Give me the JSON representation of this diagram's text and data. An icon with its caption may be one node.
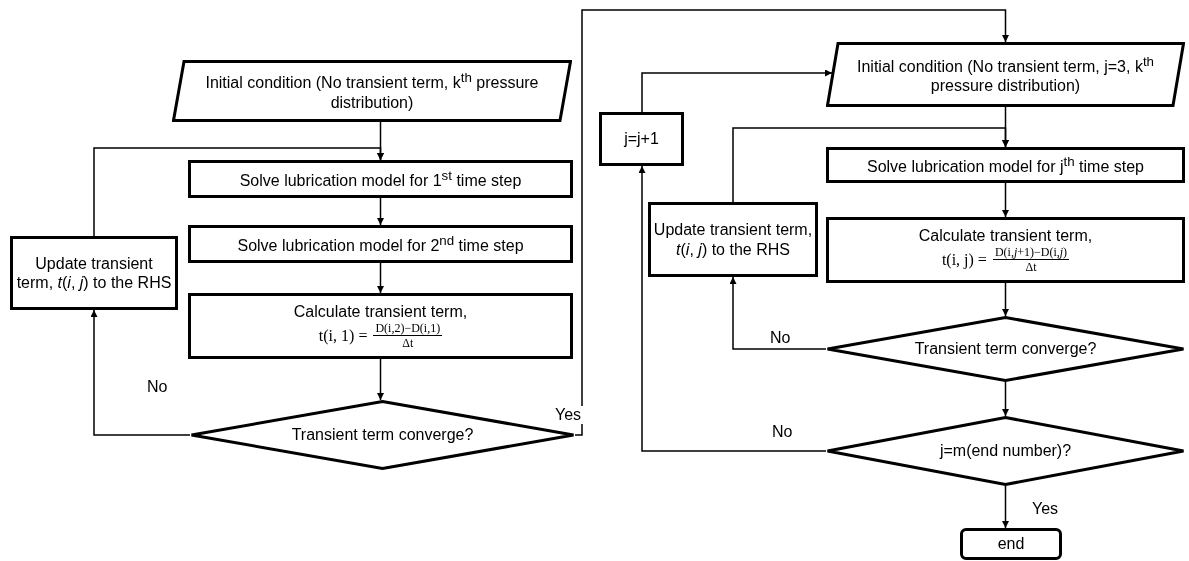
{
  "diagram": {
    "nodes": [
      {
        "text": [
          "Initial condition (No transient term, k$^{th}$ pressure distribution)"
        ]
      },
      {
        "text": [
          "Solve lubrication model for 1$^{st}$ time step"
        ]
      },
      {
        "text": [
          "Solve lubrication model for 2$^{nd}$ time step"
        ]
      },
      {
        "text": [
          "Calculate transient term,",
          "t(i, 1) =",
          "D(i,2)−D(i,1)",
          "Δt"
        ]
      },
      {
        "text": [
          "Transient term converge?"
        ]
      },
      {
        "text": [
          "Update transient term, *t*(*i*, *j*) to the RHS"
        ]
      },
      {
        "text": [
          "Initial condition (No transient term, j=3, k$^{th}$ pressure distribution)"
        ]
      },
      {
        "text": [
          "j=j+1"
        ]
      },
      {
        "text": [
          "Solve lubrication model for j$^{th}$ time step"
        ]
      },
      {
        "text": [
          "Calculate transient term,",
          "t(i, j) =",
          "D(i,*j*+1)−D(i,*j*)",
          "Δt"
        ]
      },
      {
        "text": [
          "Update transient term, *t*(*i*, *j*) to the RHS"
        ]
      },
      {
        "text": [
          "Transient term converge?"
        ]
      },
      {
        "text": [
          "j=m(end number)?"
        ]
      },
      {
        "text": [
          "end"
        ]
      }
    ],
    "edges": [
      {
        "from": 0,
        "to": 1,
        "arrow": "to"
      },
      {
        "from": 1,
        "to": 2,
        "arrow": "to"
      },
      {
        "from": 2,
        "to": 3,
        "arrow": "to"
      },
      {
        "from": 3,
        "to": 4,
        "arrow": "to"
      },
      {
        "from": 4,
        "to": 5,
        "arrow": "to",
        "label": "No"
      },
      {
        "from": 5,
        "to": 1,
        "arrow": "to"
      },
      {
        "from": 4,
        "to": 6,
        "arrow": "to",
        "label": "Yes"
      },
      {
        "from": 6,
        "to": 8,
        "arrow": "to"
      },
      {
        "from": 8,
        "to": 9,
        "arrow": "to"
      },
      {
        "from": 9,
        "to": 11,
        "arrow": "to"
      },
      {
        "from": 11,
        "to": 12,
        "arrow": "to"
      },
      {
        "from": 11,
        "to": 10,
        "arrow": "to",
        "label": "No"
      },
      {
        "from": 10,
        "to": 8,
        "arrow": "to"
      },
      {
        "from": 12,
        "to": 7,
        "arrow": "to",
        "label": "No"
      },
      {
        "from": 7,
        "to": 6,
        "arrow": "to"
      },
      {
        "from": 12,
        "to": 13,
        "arrow": "to",
        "label": "Yes"
      }
    ]
  }
}
